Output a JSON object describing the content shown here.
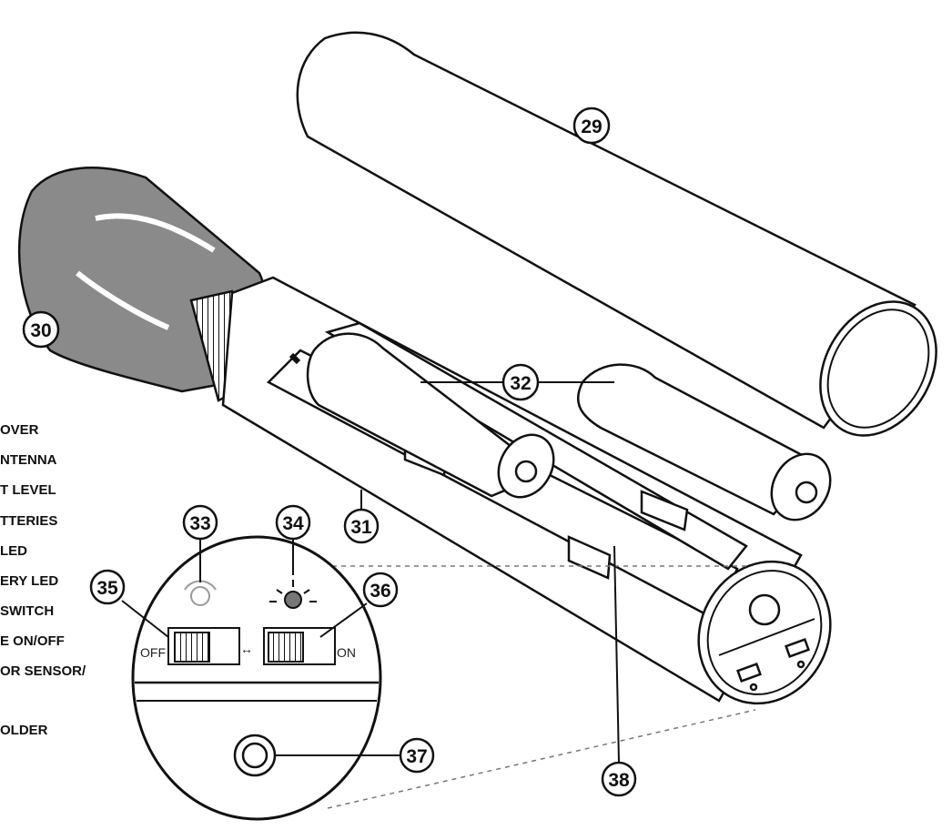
{
  "diagram": {
    "legend": [
      "OVER",
      "NTENNA",
      "T LEVEL",
      "TTERIES",
      "LED",
      "ERY LED",
      "SWITCH",
      "E ON/OFF",
      "OR SENSOR/",
      "OLDER"
    ],
    "callouts": {
      "c29": "29",
      "c30": "30",
      "c31": "31",
      "c32": "32",
      "c33": "33",
      "c34": "34",
      "c35": "35",
      "c36": "36",
      "c37": "37",
      "c38": "38"
    },
    "switch_labels": {
      "off": "OFF",
      "on": "ON",
      "arrow": "↔"
    },
    "colors": {
      "ink": "#111111",
      "shade": "#8a8a8a",
      "light_shade": "#b5b5b5"
    }
  }
}
